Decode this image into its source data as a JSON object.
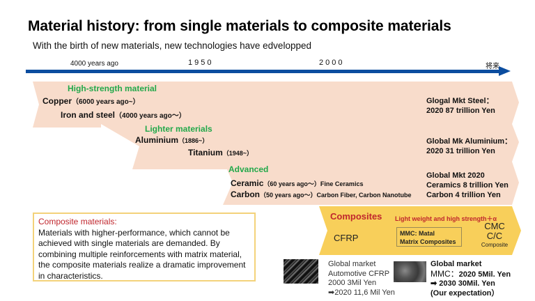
{
  "title": "Material history: from single materials to composite materials",
  "subtitle": "With the birth of new materials, new technologies have edvelopped",
  "timeline": {
    "ticks": [
      "4000 years ago",
      "1950",
      "2000",
      "将来"
    ],
    "color": "#0b4d9f"
  },
  "bands": {
    "high_strength": {
      "category": "High-strength material",
      "items": [
        {
          "name": "Copper",
          "period": "（6000 years ago~）"
        },
        {
          "name": "Iron and steel",
          "period": "（4000 years ago～）"
        }
      ],
      "market": [
        "Glogal Mkt Steel：",
        "2020   87 trillion Yen"
      ]
    },
    "lighter": {
      "category": "Lighter materials",
      "items": [
        {
          "name": "Aluminium",
          "period": "（1886~）"
        },
        {
          "name": "Titanium",
          "period": "（1948~）"
        }
      ],
      "market": [
        "Global Mk Aluminium：",
        "2020   31 trillion Yen"
      ]
    },
    "advanced": {
      "category": "Advanced",
      "items": [
        {
          "name": "Ceramic",
          "period": "（60 years ago～）",
          "note": "Fine Ceramics"
        },
        {
          "name": "Carbon",
          "period": "（50 years ago～）",
          "note": "Carbon Fiber,  Carbon Nanotube"
        }
      ],
      "market": [
        "Global Mkt    2020",
        "Ceramics   8 trillion Yen",
        "Carbon    4 trillion Yen"
      ]
    },
    "composites": {
      "category": "Composites",
      "tagline": "Light weight and high strength＋α",
      "cfrp": "CFRP",
      "mmc": [
        "MMC: Matal",
        "Matrix Composites"
      ],
      "cmc": [
        "CMC",
        "C/C",
        "Composite"
      ]
    }
  },
  "description": {
    "title": "Composite materials:",
    "body": "Materials with higher-performance,  which cannot be achieved with single materials are demanded.  By combining multiple reinforcements with matrix material, the composite materials realize a dramatic improvement  in characteristics."
  },
  "bottom": {
    "cfrp_market": [
      "Global market",
      "Automotive CFRP",
      "2000  3Mil Yen",
      "➡2020  11,6 Mil Yen"
    ],
    "mmc_market": {
      "title": "Global market",
      "line1_prefix": "MMC：",
      "line1_value": "2020 5Mil. Yen",
      "line2": "➡ 2030  30Mil. Yen",
      "line3": "(Our expectation）"
    }
  },
  "colors": {
    "band_bg": "#f8dccb",
    "composites_bg": "#f8cf5a",
    "category_green": "#22a84a",
    "accent_red": "#c0262d",
    "axis_blue": "#0b4d9f"
  }
}
